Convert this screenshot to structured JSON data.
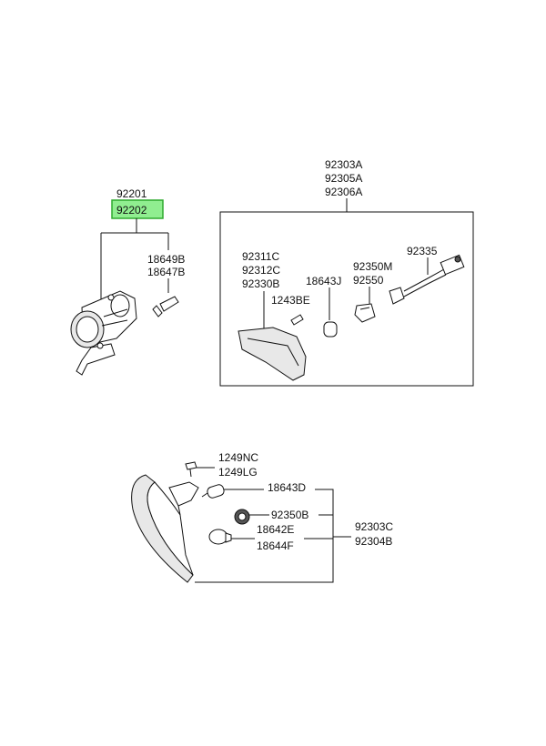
{
  "highlight_color": "#90ee90",
  "highlight_border": "#2eaa2e",
  "group_foglamp": {
    "label_top": "92201",
    "label_selected": "92202",
    "bulb_labels": [
      "18649B",
      "18647B"
    ]
  },
  "group_side_marker": {
    "assembly_labels": [
      "92303A",
      "92305A",
      "92306A"
    ],
    "lens_labels": [
      "92311C",
      "92312C",
      "92330B"
    ],
    "screw_label": "1243BE",
    "bulb_label": "18643J",
    "socket_labels": [
      "92350M",
      "92550"
    ],
    "harness_label": "92335"
  },
  "group_reflector": {
    "screw_labels": [
      "1249NC",
      "1249LG"
    ],
    "bulb_label_1": "18643D",
    "socket_label": "92350B",
    "bulb_labels_2": [
      "18642E",
      "18644F"
    ],
    "assembly_labels": [
      "92303C",
      "92304B"
    ]
  }
}
